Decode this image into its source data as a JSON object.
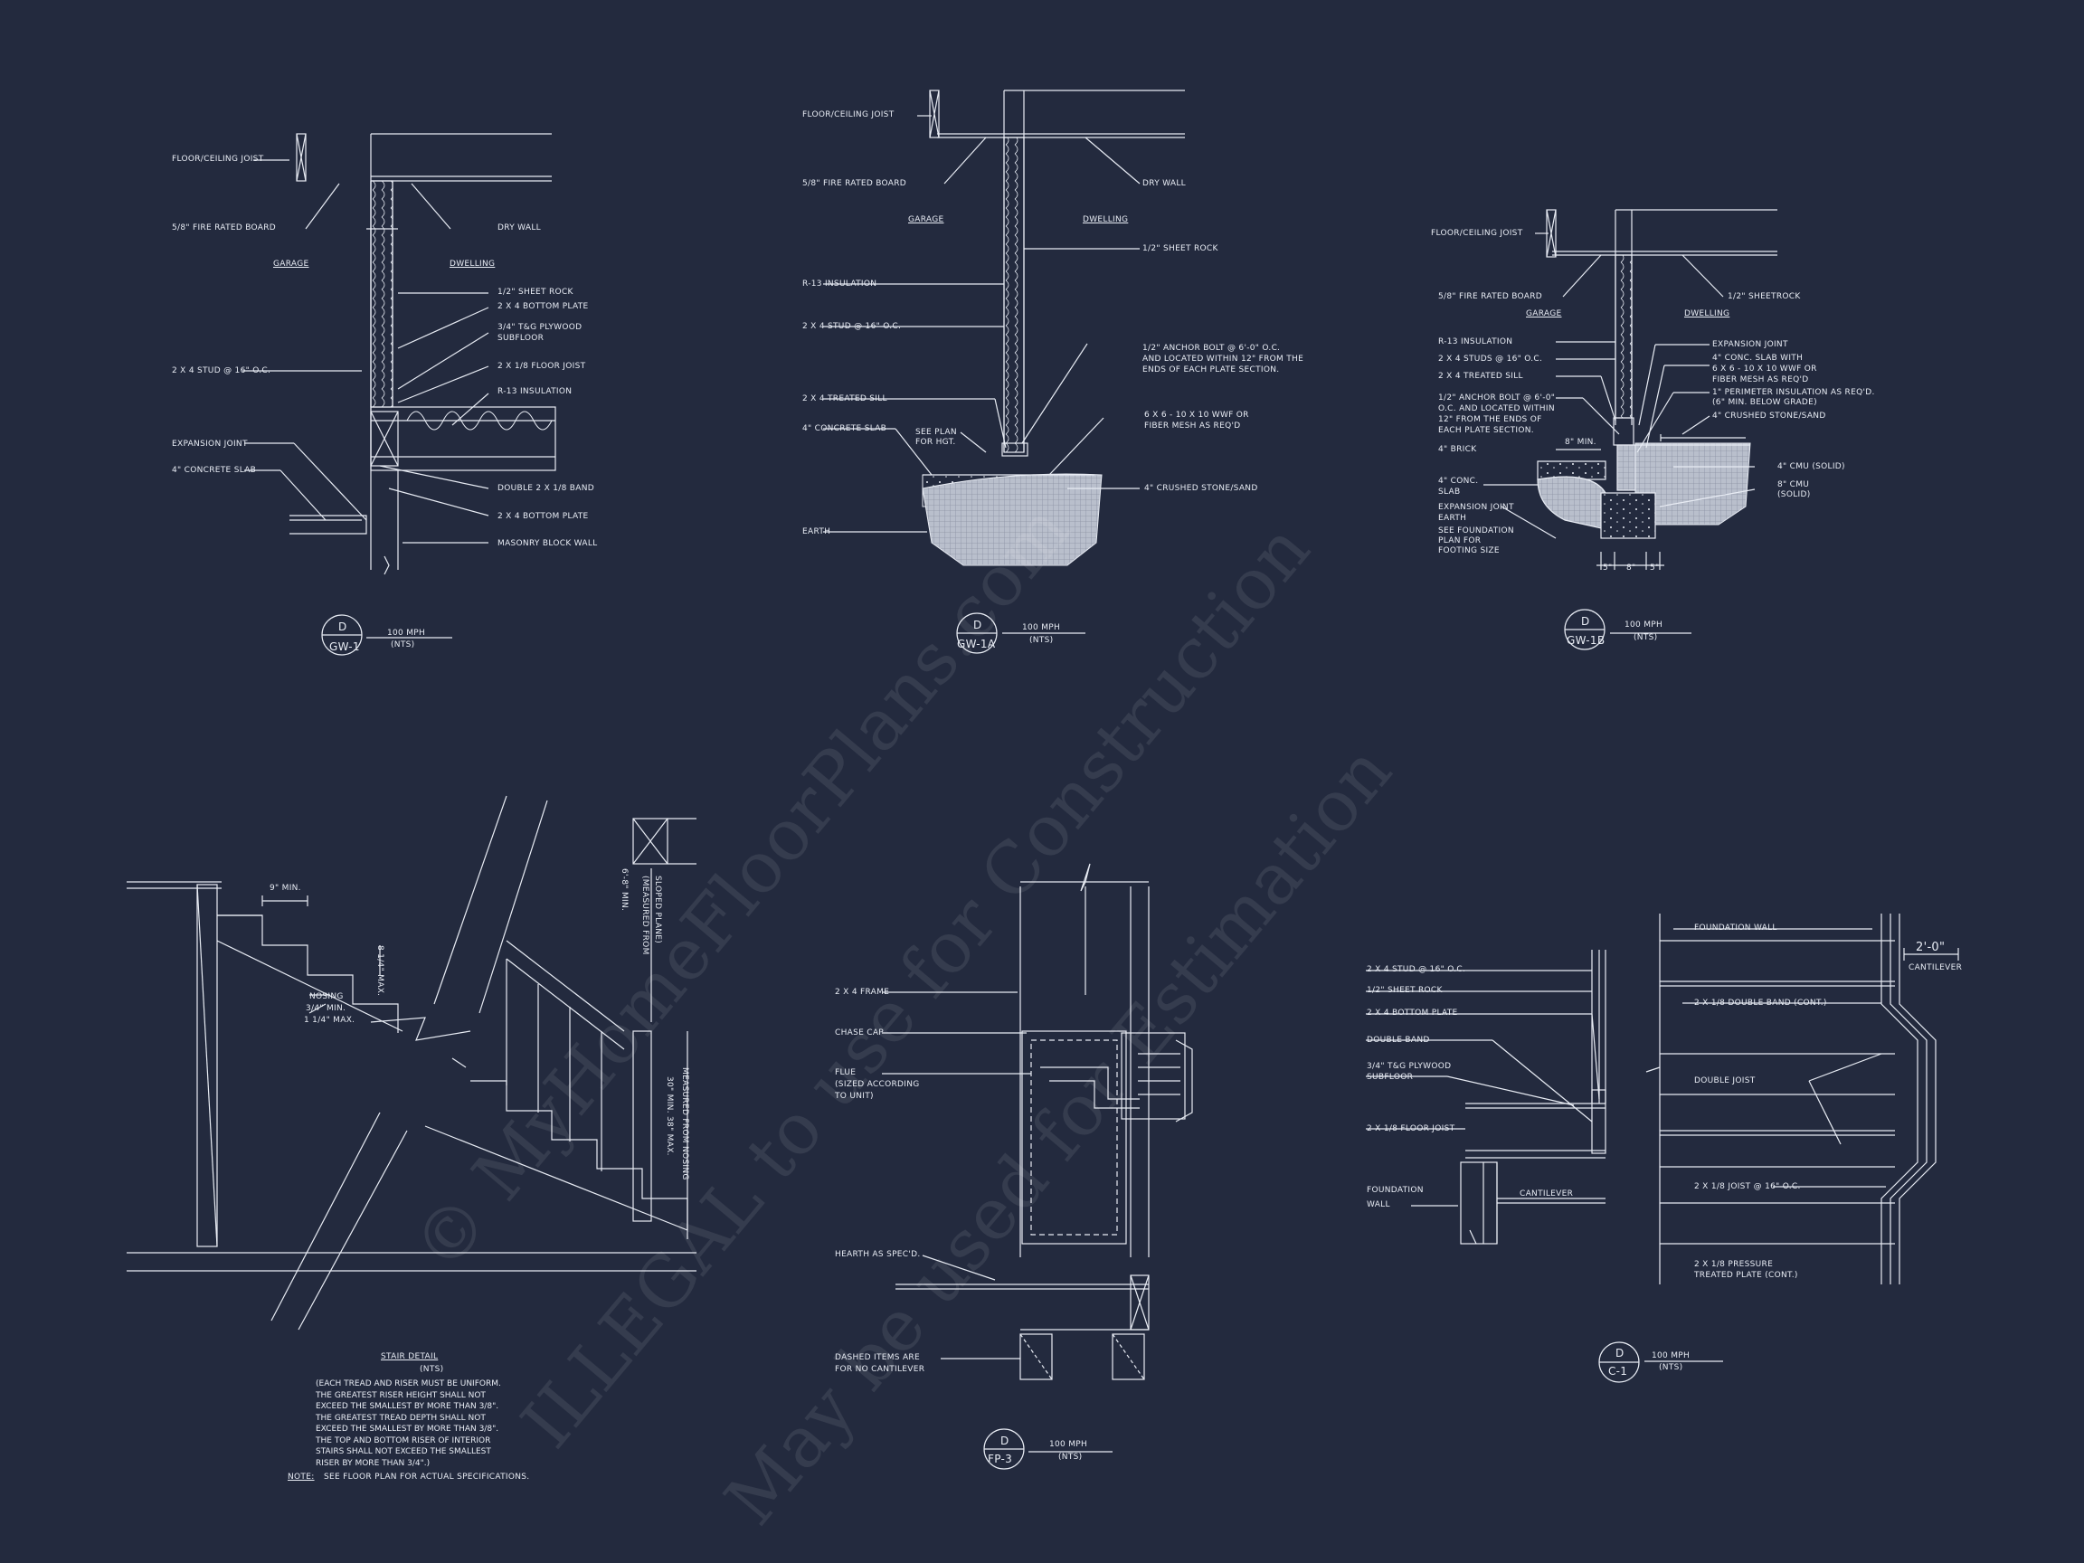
{
  "watermark": {
    "line1": "© MyHomeFloorPlans.com",
    "line2": "ILLEGAL to use for Construction",
    "line3": "May be used for Estimation"
  },
  "gw1": {
    "floor_joist": "FLOOR/CEILING JOIST",
    "fire_board": "5/8\" FIRE RATED BOARD",
    "dry_wall": "DRY WALL",
    "garage": "GARAGE",
    "dwelling": "DWELLING",
    "sheet_rock": "1/2\" SHEET ROCK",
    "bottom_plate": "2 X 4 BOTTOM PLATE",
    "plywood": "3/4\" T&G PLYWOOD",
    "subfloor": "SUBFLOOR",
    "stud": "2 X 4 STUD @ 16\" O.C.",
    "floor_joist2": "2 X 1/8 FLOOR JOIST",
    "insulation": "R-13 INSULATION",
    "expansion": "EXPANSION JOINT",
    "slab": "4\" CONCRETE SLAB",
    "band": "DOUBLE 2 X 1/8 BAND",
    "bottom_plate2": "2 X 4 BOTTOM PLATE",
    "masonry": "MASONRY BLOCK WALL",
    "tag_letter": "D",
    "tag_id": "GW-1",
    "scale": "100 MPH",
    "nts": "(NTS)"
  },
  "gw1a": {
    "floor_joist": "FLOOR/CEILING JOIST",
    "fire_board": "5/8\" FIRE RATED BOARD",
    "dry_wall": "DRY WALL",
    "garage": "GARAGE",
    "dwelling": "DWELLING",
    "sheet_rock": "1/2\" SHEET ROCK",
    "insulation": "R-13 INSULATION",
    "stud": "2 X 4 STUD @ 16\" O.C.",
    "anchor1": "1/2\" ANCHOR BOLT @ 6'-0\" O.C.",
    "anchor2": "AND LOCATED WITHIN 12\" FROM THE",
    "anchor3": "ENDS OF EACH PLATE SECTION.",
    "sill": "2 X 4 TREATED SILL",
    "slab": "4\" CONCRETE SLAB",
    "see_plan1": "SEE PLAN",
    "see_plan2": "FOR HGT.",
    "mesh1": "6 X 6 - 10 X 10 WWF OR",
    "mesh2": "FIBER MESH AS REQ'D",
    "stone": "4\" CRUSHED STONE/SAND",
    "earth": "EARTH",
    "tag_letter": "D",
    "tag_id": "GW-1A",
    "scale": "100 MPH",
    "nts": "(NTS)"
  },
  "gw1b": {
    "floor_joist": "FLOOR/CEILING JOIST",
    "fire_board": "5/8\" FIRE RATED BOARD",
    "sheetrock": "1/2\" SHEETROCK",
    "garage": "GARAGE",
    "dwelling": "DWELLING",
    "insulation": "R-13 INSULATION",
    "expansion": "EXPANSION JOINT",
    "studs": "2 X 4 STUDS @ 16\" O.C.",
    "slab1": "4\" CONC. SLAB WITH",
    "slab2": "6 X 6 - 10 X 10 WWF OR",
    "slab3": "FIBER MESH AS REQ'D",
    "sill": "2 X 4 TREATED SILL",
    "perim1": "1\" PERIMETER INSULATION AS REQ'D.",
    "perim2": "(6\" MIN. BELOW GRADE)",
    "anchor1": "1/2\" ANCHOR BOLT @ 6'-0\"",
    "anchor2": "O.C. AND LOCATED WITHIN",
    "anchor3": "12\" FROM THE ENDS OF",
    "anchor4": "EACH PLATE SECTION.",
    "stone": "4\" CRUSHED STONE/SAND",
    "min8": "8\" MIN.",
    "brick": "4\" BRICK",
    "cmu4": "4\" CMU (SOLID)",
    "conc1": "4\" CONC.",
    "conc2": "SLAB",
    "cmu8a": "8\" CMU",
    "cmu8b": "(SOLID)",
    "exp1": "EXPANSION JOINT",
    "exp2": "EARTH",
    "found1": "SEE FOUNDATION",
    "found2": "PLAN FOR",
    "found3": "FOOTING SIZE",
    "d1": "5\"",
    "d2": "8\"",
    "d3": "5\"",
    "tag_letter": "D",
    "tag_id": "GW-1B",
    "scale": "100 MPH",
    "nts": "(NTS)"
  },
  "stair": {
    "min9": "9\" MIN.",
    "max814": "8 1/4\" MAX.",
    "nosing1": "NOSING",
    "nosing2": "3/4\" MIN.",
    "nosing3": "1 1/4\" MAX.",
    "head1": "6'-8\" MIN.",
    "head2": "(MEASURED FROM",
    "head3": "SLOPED PLANE)",
    "rail1": "30\" MIN. 38\" MAX.",
    "rail2": "MEASURED FROM NOSING",
    "title": "STAIR DETAIL",
    "nts": "(NTS)",
    "notes": [
      "(EACH TREAD AND RISER MUST BE UNIFORM.",
      "THE GREATEST RISER HEIGHT SHALL NOT",
      "EXCEED THE SMALLEST BY MORE THAN 3/8\".",
      "THE GREATEST TREAD DEPTH SHALL NOT",
      "EXCEED THE SMALLEST BY MORE THAN 3/8\".",
      "THE TOP AND BOTTOM RISER OF INTERIOR",
      "STAIRS SHALL NOT EXCEED THE SMALLEST",
      "RISER BY MORE THAN 3/4\".)"
    ],
    "note_label": "NOTE:",
    "note_text": "SEE FLOOR PLAN FOR ACTUAL SPECIFICATIONS."
  },
  "fp3": {
    "frame": "2 X 4 FRAME",
    "chase": "CHASE CAP",
    "flue1": "FLUE",
    "flue2": "(SIZED ACCORDING",
    "flue3": "TO UNIT)",
    "hearth": "HEARTH AS SPEC'D.",
    "dashed1": "DASHED ITEMS ARE",
    "dashed2": "FOR NO CANTILEVER",
    "tag_letter": "D",
    "tag_id": "FP-3",
    "scale": "100 MPH",
    "nts": "(NTS)"
  },
  "c1": {
    "stud": "2 X 4 STUD @ 16\" O.C.",
    "sheet_rock": "1/2\" SHEET ROCK",
    "bottom_plate": "2 X 4 BOTTOM PLATE",
    "double_band": "DOUBLE BAND",
    "plywood1": "3/4\" T&G PLYWOOD",
    "plywood2": "SUBFLOOR",
    "floor_joist": "2 X 1/8 FLOOR JOIST",
    "found1": "FOUNDATION",
    "found2": "WALL",
    "cantilever": "CANTILEVER",
    "foundation_wall": "FOUNDATION WALL",
    "dim": "2'-0\"",
    "cantilever2": "CANTILEVER",
    "double_band_cont": "2 X 1/8 DOUBLE BAND (CONT.)",
    "double_joist": "DOUBLE JOIST",
    "joist16": "2 X 1/8 JOIST @ 16\" O.C.",
    "pressure1": "2 X 1/8 PRESSURE",
    "pressure2": "TREATED PLATE (CONT.)",
    "tag_letter": "D",
    "tag_id": "C-1",
    "scale": "100 MPH",
    "nts": "(NTS)"
  }
}
